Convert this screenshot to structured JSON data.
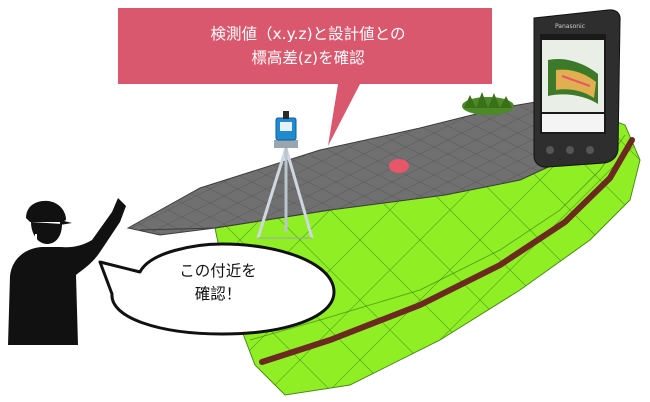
{
  "callout": {
    "line1": "検測値（x.y.z)と設計値との",
    "line2": "標高差(z)を確認"
  },
  "speech_bubble": {
    "line1": "この付近を",
    "line2": "確認！"
  },
  "tablet": {
    "brand": "Panasonic"
  },
  "colors": {
    "callout": "#d9586e",
    "embankment_slope": "#8fef24",
    "road_surface": "#707070",
    "berm_stripe": "#6b2a20",
    "check_point": "#e8566a",
    "instrument": "#1f8ad0",
    "person": "#111111"
  },
  "icons": [
    "total-station-icon",
    "worker-pointing-icon",
    "rugged-tablet-icon"
  ]
}
